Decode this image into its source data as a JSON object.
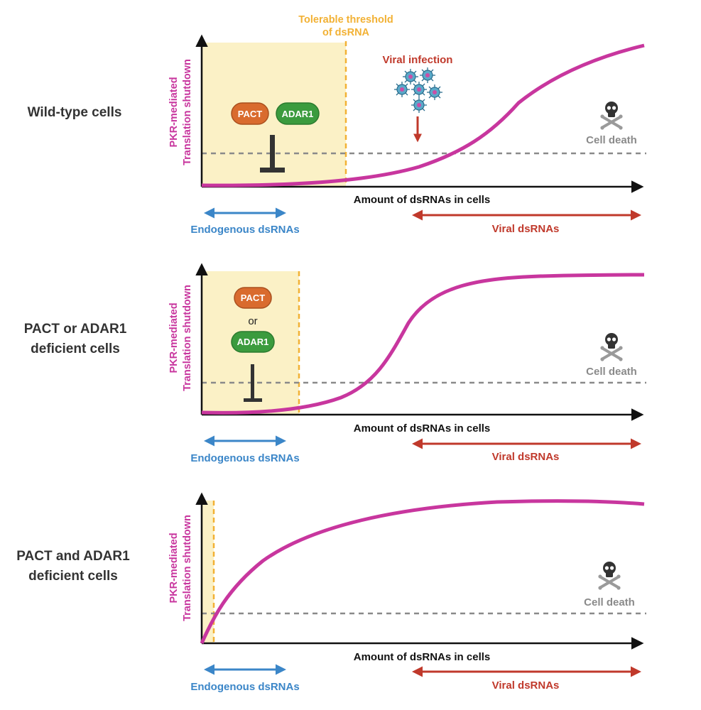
{
  "colors": {
    "curve": "#C8369E",
    "threshold": "#F2B134",
    "shade": "#FBF1C6",
    "dashed": "#8A8A8A",
    "axis": "#111111",
    "endogenous": "#3B86C8",
    "viral": "#C0392B",
    "pact": "#D96B2E",
    "adar": "#3B9B3E",
    "skull": "#333333",
    "celldeath": "#8A8A8A"
  },
  "panels": [
    {
      "label_lines": [
        "Wild-type cells"
      ],
      "y_label_line1": "PKR-mediated",
      "y_label_line2": "Translation shutdown",
      "x_label": "Amount of dsRNAs in cells",
      "endogenous_label": "Endogenous dsRNAs",
      "viral_label": "Viral dsRNAs",
      "cell_death_label": "Cell death",
      "threshold_label_line1": "Tolerable threshold",
      "threshold_label_line2": "of dsRNA",
      "infection_label": "Viral infection",
      "pact_label": "PACT",
      "adar_label": "ADAR1",
      "connector": ""
    },
    {
      "label_lines": [
        "PACT or ADAR1",
        "deficient cells"
      ],
      "y_label_line1": "PKR-mediated",
      "y_label_line2": "Translation shutdown",
      "x_label": "Amount of dsRNAs in cells",
      "endogenous_label": "Endogenous dsRNAs",
      "viral_label": "Viral dsRNAs",
      "cell_death_label": "Cell death",
      "pact_label": "PACT",
      "adar_label": "ADAR1",
      "connector": "or"
    },
    {
      "label_lines": [
        "PACT and ADAR1",
        "deficient cells"
      ],
      "y_label_line1": "PKR-mediated",
      "y_label_line2": "Translation shutdown",
      "x_label": "Amount of dsRNAs in cells",
      "endogenous_label": "Endogenous dsRNAs",
      "viral_label": "Viral dsRNAs",
      "cell_death_label": "Cell death"
    }
  ]
}
